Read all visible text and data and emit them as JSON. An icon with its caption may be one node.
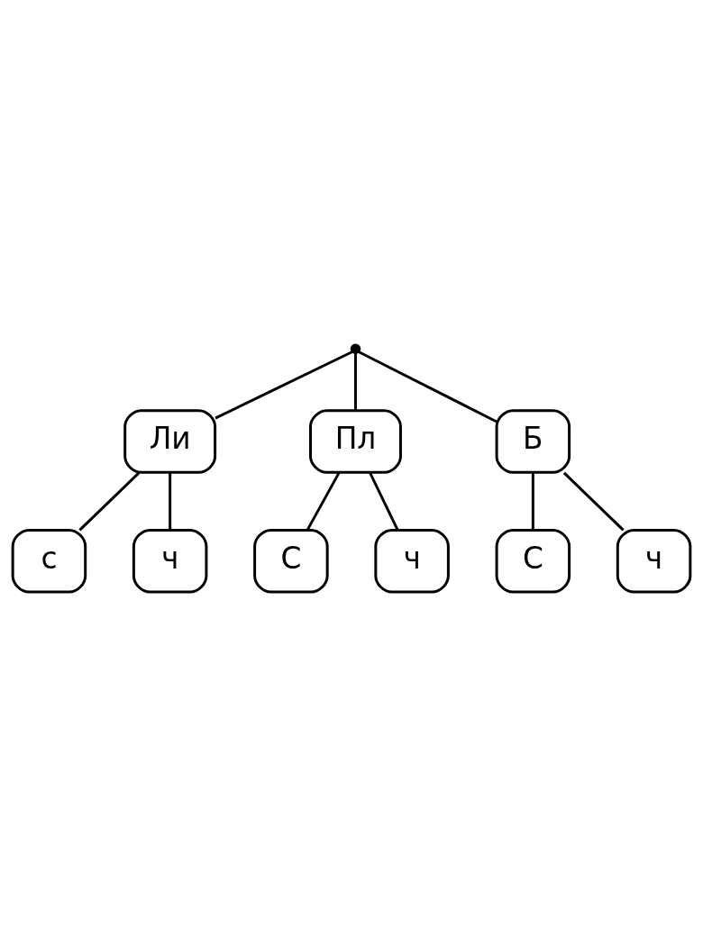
{
  "diagram": {
    "nodes": [
      {
        "text": [],
        "shape": "point"
      },
      {
        "text": [
          "Ли"
        ]
      },
      {
        "text": [
          "Пл"
        ]
      },
      {
        "text": [
          "Б"
        ]
      },
      {
        "text": [
          "с"
        ]
      },
      {
        "text": [
          "ч"
        ]
      },
      {
        "text": [
          "С"
        ]
      },
      {
        "text": [
          "ч"
        ]
      },
      {
        "text": [
          "С"
        ]
      },
      {
        "text": [
          "ч"
        ]
      }
    ],
    "edges": [
      {
        "from": 0,
        "to": 1,
        "arrow": "none"
      },
      {
        "from": 0,
        "to": 2,
        "arrow": "none"
      },
      {
        "from": 0,
        "to": 3,
        "arrow": "none"
      },
      {
        "from": 1,
        "to": 4,
        "arrow": "none"
      },
      {
        "from": 1,
        "to": 5,
        "arrow": "none"
      },
      {
        "from": 2,
        "to": 6,
        "arrow": "none"
      },
      {
        "from": 2,
        "to": 7,
        "arrow": "none"
      },
      {
        "from": 3,
        "to": 8,
        "arrow": "none"
      },
      {
        "from": 3,
        "to": 9,
        "arrow": "none"
      }
    ]
  }
}
